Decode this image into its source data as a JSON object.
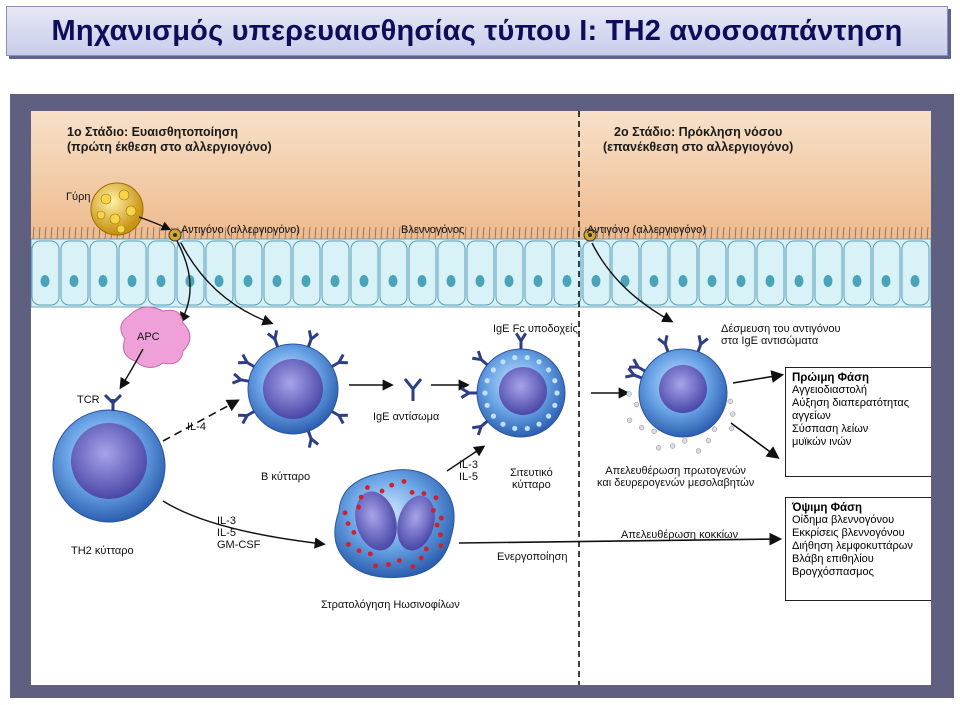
{
  "title": "Μηχανισμός υπερευαισθησίας τύπου Ι:  ΤΗ2 ανοσοαπάντηση",
  "stage1": {
    "line1": "1ο Στάδιο: Ευαισθητοποίηση",
    "line2": "(πρώτη έκθεση στο αλλεργιογόνο)"
  },
  "stage2": {
    "line1": "2ο Στάδιο: Πρόκληση νόσου",
    "line2": "(επανέκθεση στο αλλεργιογόνο)"
  },
  "labels": {
    "pollen": "Γύρη",
    "antigen1": "Αντιγόνο (αλλεργιογόνο)",
    "mucosa": "Βλεννογόνος",
    "antigen2": "Αντιγόνο (αλλεργιογόνο)",
    "apc": "APC",
    "tcr": "TCR",
    "il4": "IL-4",
    "bcell": "Β κύτταρο",
    "ige_antibody": "IgE αντίσωμα",
    "ige_receptors": "IgE Fc υποδοχείς",
    "binding_line1": "Δέσμευση του αντιγόνου",
    "binding_line2": "στα IgE αντισώματα",
    "th2": "ΤΗ2 κύτταρο",
    "il3_il5_a_1": "IL-3",
    "il3_il5_a_2": "IL-5",
    "mast_1": "Σιτευτικό",
    "mast_2": "κύτταρο",
    "release_1": "Απελευθέρωση πρωτογενών",
    "release_2": "και δευρερογενών μεσολαβητών",
    "cyt_1": "IL-3",
    "cyt_2": "IL-5",
    "cyt_3": "GM-CSF",
    "granules": "Απελευθέρωση κοκκίων",
    "activation": "Ενεργοποίηση",
    "eosinophils": "Στρατολόγηση Ηωσινοφίλων"
  },
  "early_phase": {
    "heading": "Πρώιμη Φάση",
    "items": [
      "Αγγειοδιαστολή",
      "Αύξηση διαπερατότητας",
      "αγγείων",
      "Σύσπαση λείων",
      "μυϊκών ινών"
    ]
  },
  "late_phase": {
    "heading": "Όψιμη Φάση",
    "items": [
      "Οίδημα βλεννογόνου",
      "Εκκρίσεις βλεννογόνου",
      "Διήθηση λεμφοκυττάρων",
      "Βλάβη επιθηλίου",
      "Βρογχόσπασμος"
    ]
  },
  "colors": {
    "frame": "#5f5f7f",
    "title_text": "#0d0d5c",
    "mucosa": "#f3cfa8",
    "epithelium": "#cdeef5",
    "cell_blue": "#4f8fd8",
    "apc": "#ee9ad6",
    "antibody": "#2c3e88",
    "eosinophil_granule": "#d0202a",
    "pollen": "#e8b81e"
  }
}
